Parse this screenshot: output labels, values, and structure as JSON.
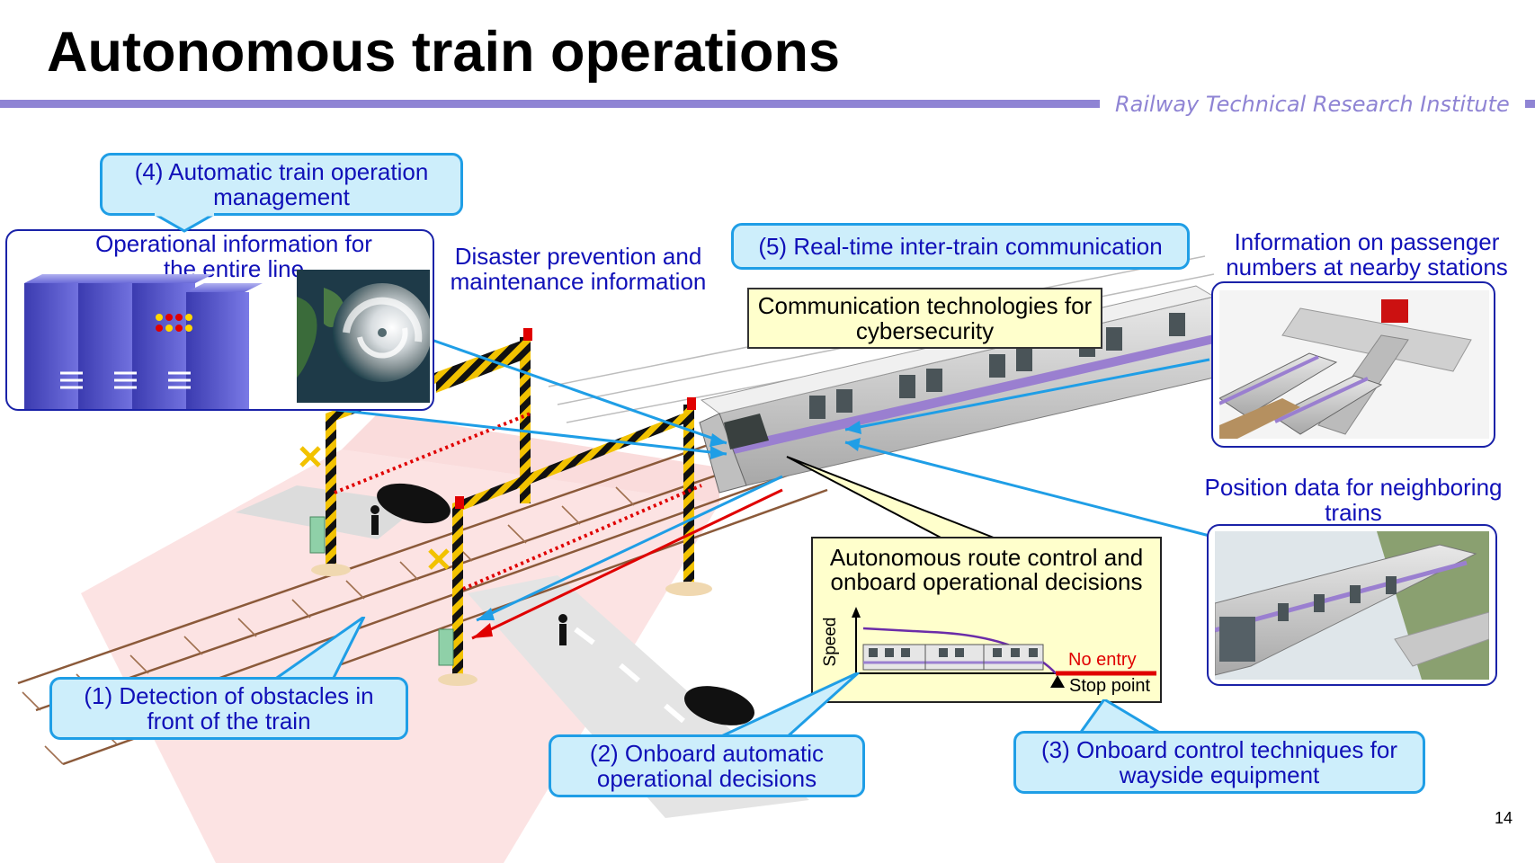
{
  "slide": {
    "title": "Autonomous train operations",
    "institute": "Railway Technical Research Institute",
    "page_number": "14"
  },
  "callouts": {
    "atom": "(4) Automatic train operation management",
    "rtic": "(5) Real-time inter-train communication",
    "detect": "(1) Detection of obstacles in front of the train",
    "onboard_auto": "(2) Onboard automatic operational decisions",
    "wayside": "(3) Onboard control techniques for wayside equipment"
  },
  "labels": {
    "op_info": "Operational information for the entire line",
    "disaster": "Disaster prevention and maintenance information",
    "cyber": "Communication technologies for cybersecurity",
    "passenger": "Information on passenger numbers at nearby stations",
    "position": "Position data for neighboring trains"
  },
  "inset": {
    "title": "Autonomous route control and onboard operational decisions",
    "y_axis": "Speed",
    "no_entry": "No entry",
    "stop_point": "Stop point"
  },
  "colors": {
    "accent_bar": "#8f84d4",
    "callout_fill": "#cdeefb",
    "callout_border": "#1f9ee6",
    "callout_text": "#1010b8",
    "note_fill": "#ffffcc",
    "train_stripe": "#9a7fd0",
    "hazard_red": "#e00000",
    "arrow_blue": "#1f9ee6"
  },
  "icons": [
    "server-rack-icon",
    "typhoon-satellite-image",
    "train-icon",
    "station-icon",
    "level-crossing-icon",
    "car-icon",
    "pedestrian-icon"
  ]
}
